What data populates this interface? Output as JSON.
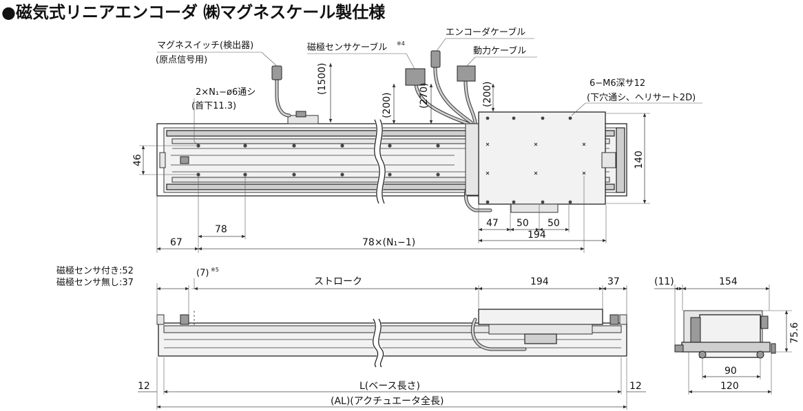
{
  "title": "●磁気式リニアエンコーダ ㈱マグネスケール製仕様",
  "top_view": {
    "callouts": {
      "magnet_switch_line1": "マグネスイッチ(検出器)",
      "magnet_switch_line2": "(原点信号用)",
      "magnetic_sensor_cable": "磁極センサケーブル",
      "magnetic_sensor_cable_note": "※4",
      "encoder_cable": "エンコーダケーブル",
      "power_cable": "動力ケーブル",
      "base_holes_line1": "2×N₁−ø6通シ",
      "base_holes_line2": "(首下11.3)",
      "table_holes_line1": "6−M6深サ12",
      "table_holes_line2": "(下穴通シ、ヘリサート2D)"
    },
    "dims": {
      "cable_1500": "(1500)",
      "cable_200_left": "(200)",
      "cable_270": "(270)",
      "cable_200_right": "(200)",
      "rail_46": "46",
      "height_140": "140",
      "pitch_78": "78",
      "edge_67": "67",
      "pitch_total": "78×(N₁−1)",
      "table_47": "47",
      "table_50a": "50",
      "table_50b": "50",
      "table_194": "194"
    }
  },
  "side_view": {
    "labels": {
      "with_sensor": "磁極センサ付き:52",
      "without_sensor": "磁極センサ無し:37",
      "note_7": "(7)",
      "note_7_sup": "※5",
      "stroke": "ストローク",
      "dim_194": "194",
      "dim_37": "37",
      "dim_12_left": "12",
      "dim_12_right": "12",
      "base_length": "L(ベース長さ)",
      "actuator_length": "(AL)(アクチュエータ全長)"
    }
  },
  "end_view": {
    "labels": {
      "dim_11": "(11)",
      "dim_154": "154",
      "dim_75_6": "75.6",
      "dim_90": "90",
      "dim_120": "120"
    }
  }
}
